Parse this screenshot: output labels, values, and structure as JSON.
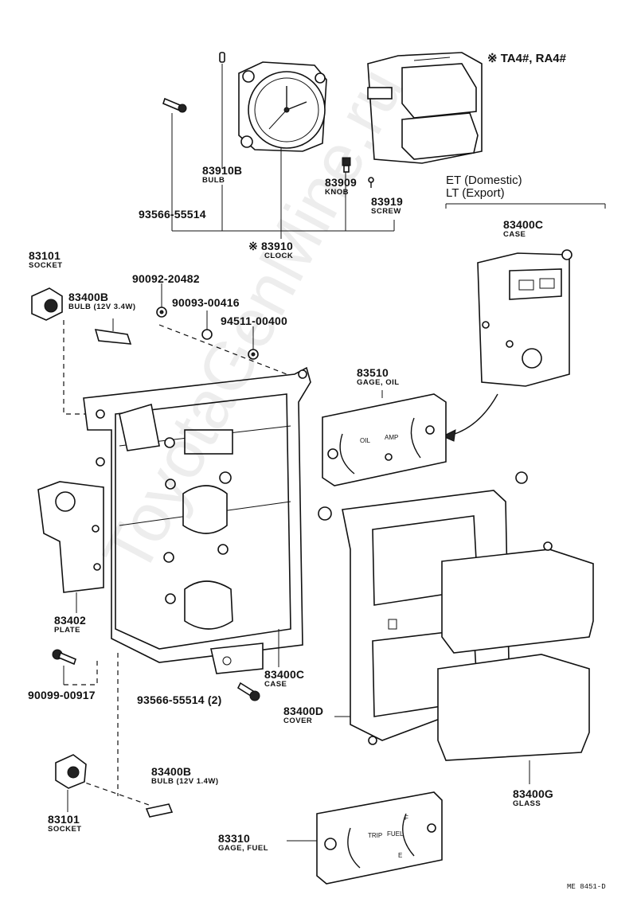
{
  "watermark": "ToyotaGenMine.ru",
  "reference_code": "ME 8451-D",
  "note": "※ TA4#, RA4#",
  "variant": {
    "line1": "ET (Domestic)",
    "line2": "LT (Export)"
  },
  "gauge_text": {
    "oil": "OIL",
    "amp": "AMP",
    "trip": "TRIP",
    "fuel": "FUEL",
    "f": "F",
    "e": "E"
  },
  "parts": [
    {
      "number": "83910B",
      "name": "BULB"
    },
    {
      "number": "83909",
      "name": "KNOB"
    },
    {
      "number": "83919",
      "name": "SCREW"
    },
    {
      "number": "93566-55514",
      "name": ""
    },
    {
      "number": "※ 83910",
      "name": "CLOCK"
    },
    {
      "number": "83400C",
      "name": "CASE"
    },
    {
      "number": "83101",
      "name": "SOCKET"
    },
    {
      "number": "83400B",
      "name": "BULB (12V 3.4W)"
    },
    {
      "number": "90092-20482",
      "name": ""
    },
    {
      "number": "90093-00416",
      "name": ""
    },
    {
      "number": "94511-00400",
      "name": ""
    },
    {
      "number": "83510",
      "name": "GAGE, OIL"
    },
    {
      "number": "83402",
      "name": "PLATE"
    },
    {
      "number": "90099-00917",
      "name": ""
    },
    {
      "number": "83400C",
      "name": "CASE"
    },
    {
      "number": "93566-55514 (2)",
      "name": ""
    },
    {
      "number": "83400D",
      "name": "COVER"
    },
    {
      "number": "83400G",
      "name": "GLASS"
    },
    {
      "number": "83400B",
      "name": "BULB (12V 1.4W)"
    },
    {
      "number": "83101",
      "name": "SOCKET"
    },
    {
      "number": "83310",
      "name": "GAGE, FUEL"
    }
  ]
}
